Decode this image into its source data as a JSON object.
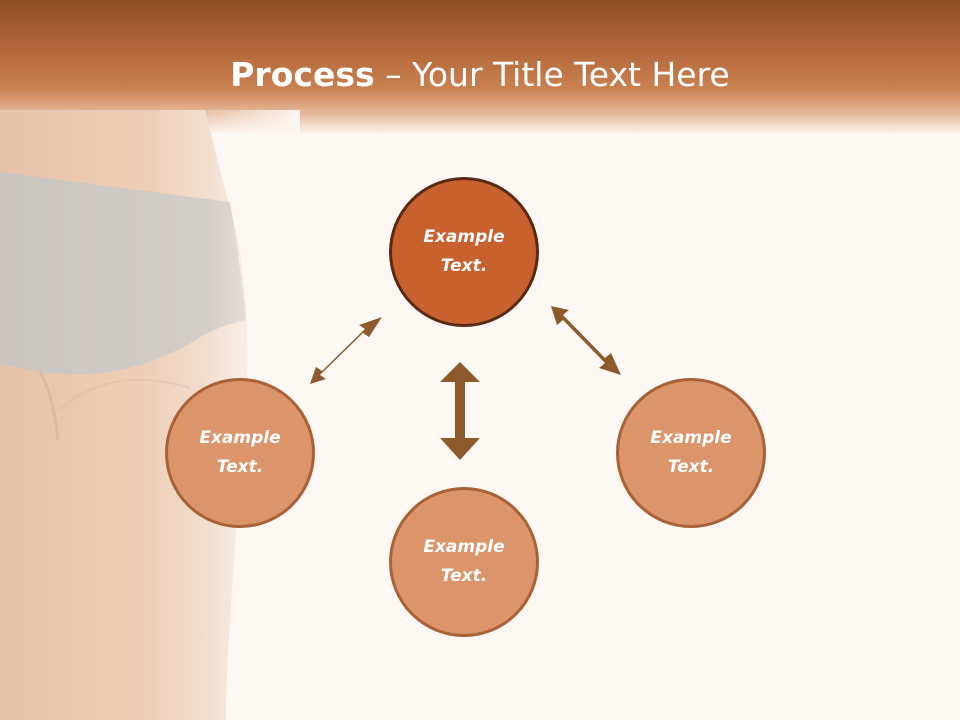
{
  "slide": {
    "title_bold": "Process",
    "title_rest": " – Your Title Text Here"
  },
  "nodes": [
    {
      "line1": "Example",
      "line2": "Text."
    },
    {
      "line1": "Example",
      "line2": "Text."
    },
    {
      "line1": "Example",
      "line2": "Text."
    },
    {
      "line1": "Example",
      "line2": "Text."
    }
  ],
  "colors": {
    "header_dark": "#8e4e22",
    "primary_node": "#c9612f",
    "secondary_node": "#dc956a",
    "arrow": "#8c5a2b",
    "background": "#fdf8f4"
  }
}
